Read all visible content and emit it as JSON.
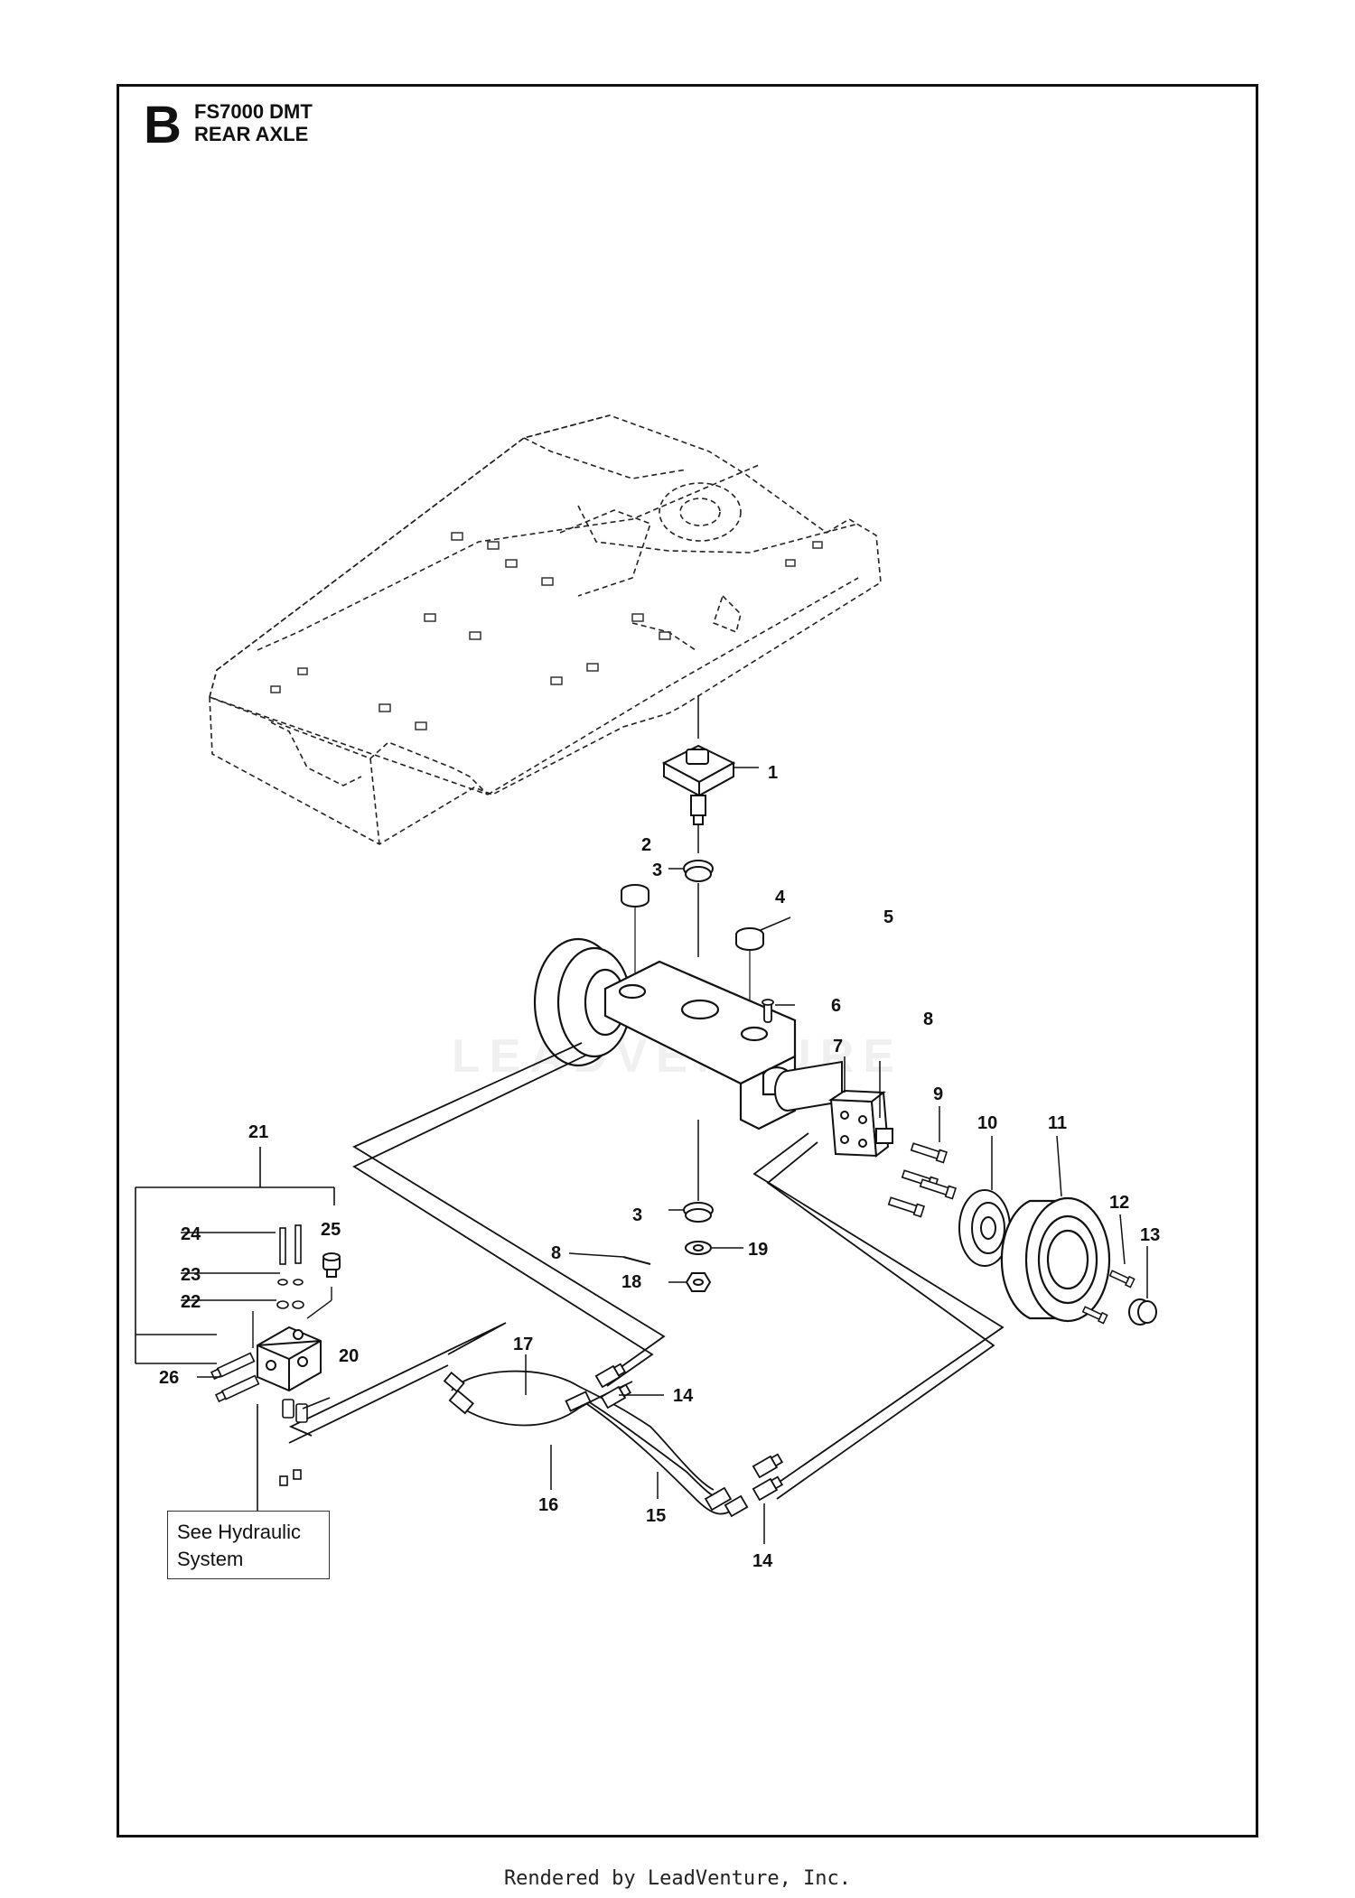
{
  "header": {
    "section_letter": "B",
    "model": "FS7000 DMT",
    "subtitle": "REAR AXLE"
  },
  "watermark": "LEADVENTURE",
  "callouts": [
    {
      "id": "c1",
      "text": "1"
    },
    {
      "id": "c2",
      "text": "2"
    },
    {
      "id": "c3a",
      "text": "3"
    },
    {
      "id": "c3b",
      "text": "3"
    },
    {
      "id": "c4",
      "text": "4"
    },
    {
      "id": "c5",
      "text": "5"
    },
    {
      "id": "c6",
      "text": "6"
    },
    {
      "id": "c7",
      "text": "7"
    },
    {
      "id": "c8a",
      "text": "8"
    },
    {
      "id": "c8b",
      "text": "8"
    },
    {
      "id": "c9",
      "text": "9"
    },
    {
      "id": "c10",
      "text": "10"
    },
    {
      "id": "c11",
      "text": "11"
    },
    {
      "id": "c12",
      "text": "12"
    },
    {
      "id": "c13",
      "text": "13"
    },
    {
      "id": "c14a",
      "text": "14"
    },
    {
      "id": "c14b",
      "text": "14"
    },
    {
      "id": "c15",
      "text": "15"
    },
    {
      "id": "c16",
      "text": "16"
    },
    {
      "id": "c17",
      "text": "17"
    },
    {
      "id": "c18",
      "text": "18"
    },
    {
      "id": "c19",
      "text": "19"
    },
    {
      "id": "c20",
      "text": "20"
    },
    {
      "id": "c21",
      "text": "21"
    },
    {
      "id": "c22",
      "text": "22"
    },
    {
      "id": "c23",
      "text": "23"
    },
    {
      "id": "c24",
      "text": "24"
    },
    {
      "id": "c25",
      "text": "25"
    },
    {
      "id": "c26",
      "text": "26"
    }
  ],
  "reference_box": {
    "text": "See Hydraulic\nSystem"
  },
  "footer": "Rendered by LeadVenture, Inc."
}
